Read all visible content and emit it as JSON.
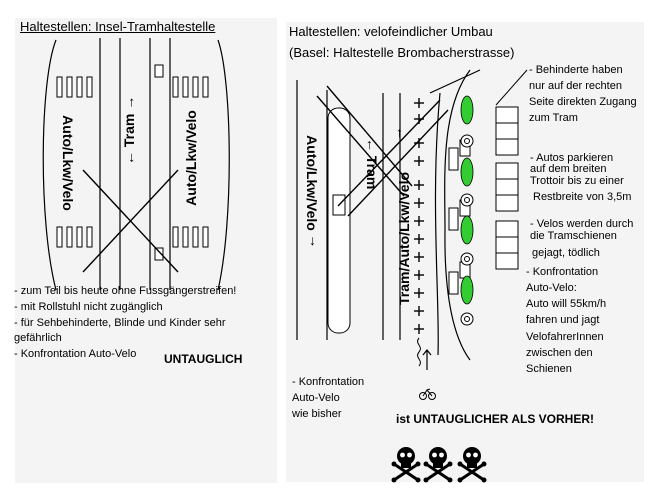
{
  "left": {
    "title": "Haltestellen: Insel-Tramhaltestelle",
    "label_left": "Auto/Lkw/Velo",
    "label_tram": "Tram",
    "label_right": "Auto/Lkw/Velo",
    "notes": [
      "- zum Teil bis heute ohne Fussgängerstreifen!",
      "- mit Rollstuhl nicht zugänglich",
      "- für Sehbehinderte, Blinde und Kinder sehr",
      "gefährlich",
      "- Konfrontation Auto-Velo"
    ],
    "verdict": "UNTAUGLICH"
  },
  "right": {
    "title": "Haltestellen: velofeindlicher Umbau",
    "subtitle": "(Basel: Haltestelle Brombacherstrasse)",
    "label_left": "Auto/Lkw/Velo",
    "label_tram": "Tram",
    "label_mixed": "Tram/Auto/Lkw/Velo",
    "side_notes": {
      "n1": [
        "- Behinderte haben",
        "nur auf der rechten",
        "Seite direkten Zugang",
        "zum Tram"
      ],
      "n2": [
        "- Autos parkieren",
        "auf dem breiten",
        "Trottoir bis zu einer",
        "Restbreite von 3,5m"
      ],
      "n3": [
        "- Velos werden durch",
        "die Tramschienen",
        "gejagt, tödlich"
      ],
      "n4": [
        "- Konfrontation",
        "Auto-Velo:",
        "Auto will 55km/h",
        "fahren und jagt",
        "VelofahrerInnen",
        "zwischen den",
        "Schienen"
      ]
    },
    "bottom_note": [
      "- Konfrontation",
      "Auto-Velo",
      "wie bisher"
    ],
    "verdict": "ist UNTAUGLICHER ALS VORHER!"
  },
  "colors": {
    "panel": "#f4f4f4",
    "tree": "#33cc33",
    "ink": "#000000"
  },
  "icons": [
    "up-arrow-icon",
    "down-arrow-icon",
    "bicycle-icon",
    "skull-crossbones-icon"
  ]
}
